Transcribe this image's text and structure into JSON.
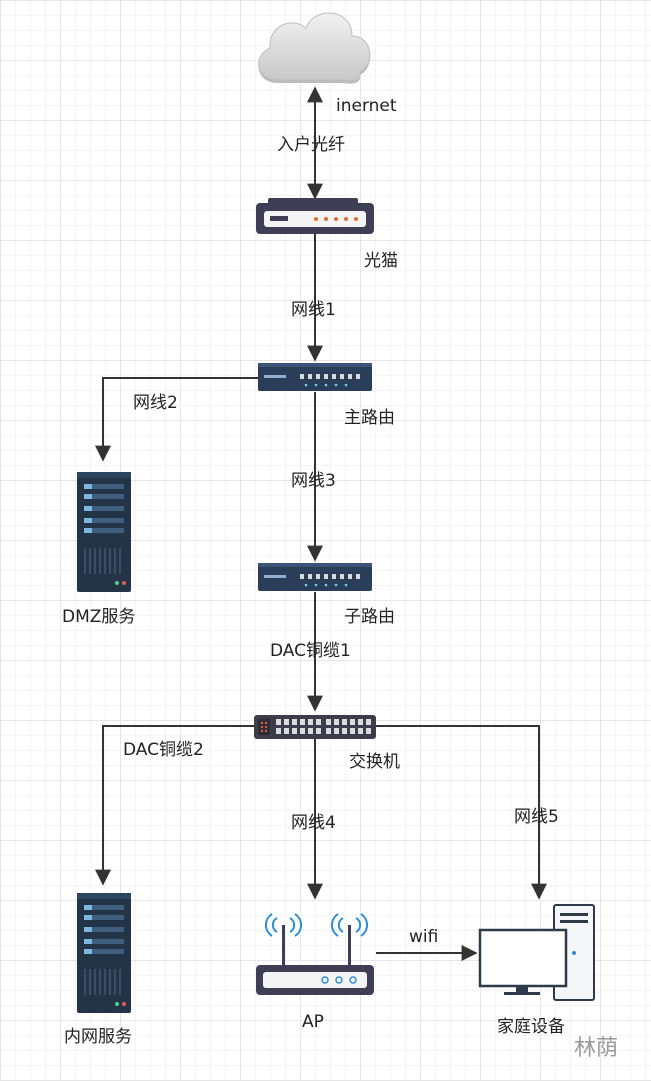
{
  "nodes": {
    "cloud": {
      "label": "inernet"
    },
    "modem": {
      "label": "光猫"
    },
    "main_router": {
      "label": "主路由"
    },
    "dmz_server": {
      "label": "DMZ服务"
    },
    "sub_router": {
      "label": "子路由"
    },
    "switch": {
      "label": "交换机"
    },
    "lan_server": {
      "label": "内网服务"
    },
    "ap": {
      "label": "AP"
    },
    "home_device": {
      "label": "家庭设备"
    }
  },
  "edges": {
    "fiber": "入户光纤",
    "cable1": "网线1",
    "cable2": "网线2",
    "cable3": "网线3",
    "dac1": "DAC铜缆1",
    "dac2": "DAC铜缆2",
    "cable4": "网线4",
    "cable5": "网线5",
    "wifi": "wifi"
  },
  "watermark": "林荫"
}
